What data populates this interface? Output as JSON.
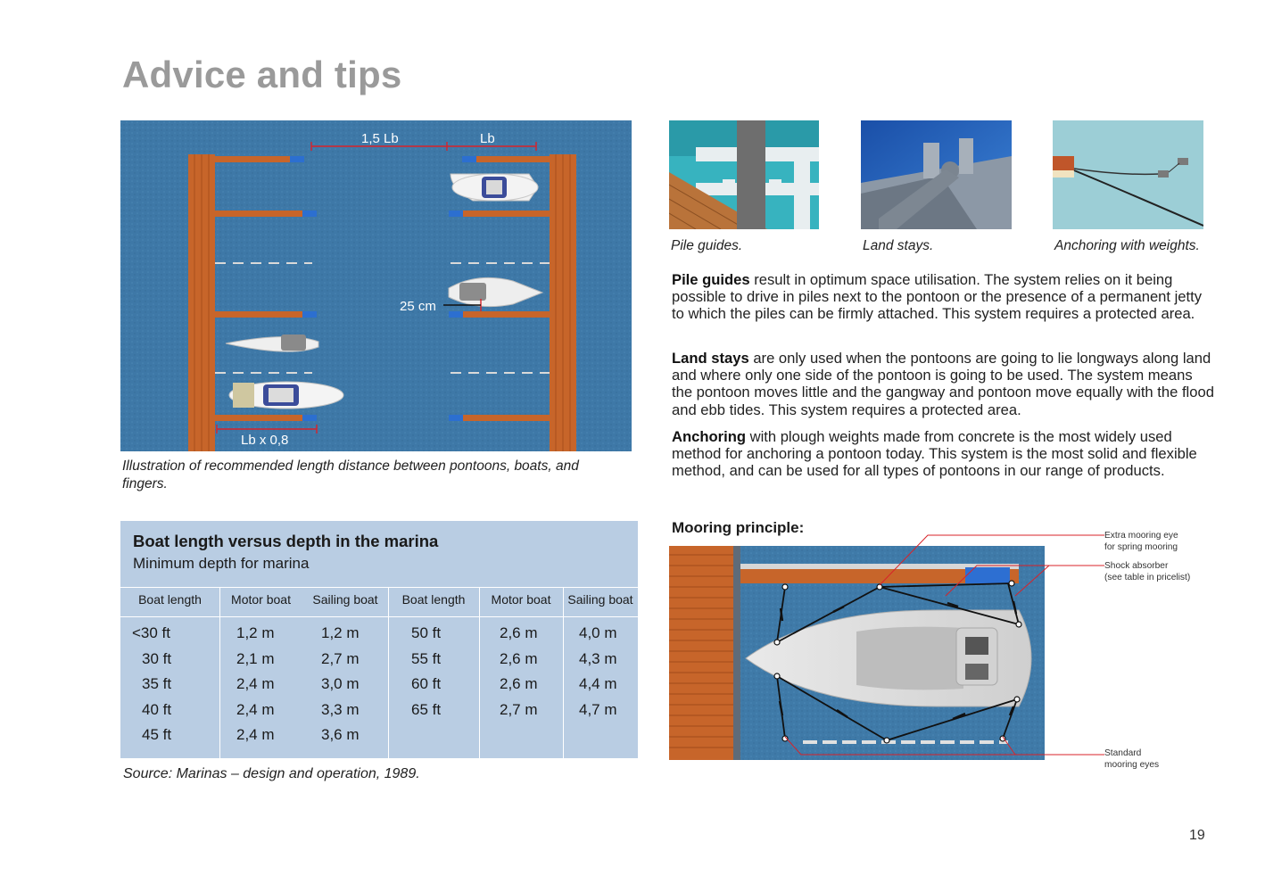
{
  "page": {
    "title": "Advice and tips",
    "page_number": "19"
  },
  "pontoon_figure": {
    "label_spacing": "1,5 Lb",
    "label_length": "Lb",
    "label_gap": "25 cm",
    "label_finger": "Lb x 0,8",
    "caption": "Illustration of recommended length distance between pontoons, boats, and fingers."
  },
  "thumbnails": [
    {
      "caption": "Pile guides."
    },
    {
      "caption": "Land stays."
    },
    {
      "caption": "Anchoring with weights."
    }
  ],
  "paragraphs": [
    {
      "lead": "Pile guides",
      "text": " result in optimum space utilisation. The system relies on it being possible to drive in piles next to the pontoon or the presence of a permanent jetty to which the piles can be firmly attached. This system requires a protected area."
    },
    {
      "lead": "Land stays",
      "text": " are only used when the pontoons are going to lie longways along land and where only one side of the pontoon is going to be used. The system means the pontoon moves little and the gangway and pontoon move equally with the flood and ebb tides. This system requires a protected area."
    },
    {
      "lead": "Anchoring",
      "text": " with plough weights made from concrete is the most widely used method for anchoring a pontoon today. This system is the most solid and flexible method, and can be used for all types of pontoons in our range of products."
    }
  ],
  "depth_table": {
    "title": "Boat length versus depth in the marina",
    "subtitle": "Minimum depth for marina",
    "headers": [
      "Boat length",
      "Motor boat",
      "Sailing boat",
      "Boat length",
      "Motor boat",
      "Sailing boat"
    ],
    "left_rows": [
      [
        "<30 ft",
        "1,2 m",
        "1,2 m"
      ],
      [
        "30 ft",
        "2,1 m",
        "2,7 m"
      ],
      [
        "35 ft",
        "2,4 m",
        "3,0 m"
      ],
      [
        "40 ft",
        "2,4 m",
        "3,3 m"
      ],
      [
        "45 ft",
        "2,4 m",
        "3,6 m"
      ]
    ],
    "right_rows": [
      [
        "50 ft",
        "2,6 m",
        "4,0 m"
      ],
      [
        "55 ft",
        "2,6 m",
        "4,3 m"
      ],
      [
        "60 ft",
        "2,6 m",
        "4,4 m"
      ],
      [
        "65 ft",
        "2,7 m",
        "4,7 m"
      ]
    ],
    "source": "Source: Marinas – design and operation, 1989."
  },
  "mooring": {
    "title": "Mooring principle:",
    "label_extra_eye_1": "Extra mooring eye",
    "label_extra_eye_2": "for spring mooring",
    "label_shock_1": "Shock absorber",
    "label_shock_2": "(see table in pricelist)",
    "label_standard_1": "Standard",
    "label_standard_2": "mooring eyes"
  },
  "colors": {
    "water": "#3d77a6",
    "pontoon_wood": "#c8662a",
    "table_bg": "#b9cde3",
    "title_grey": "#9a9a9a",
    "callout_red": "#d8232a"
  }
}
